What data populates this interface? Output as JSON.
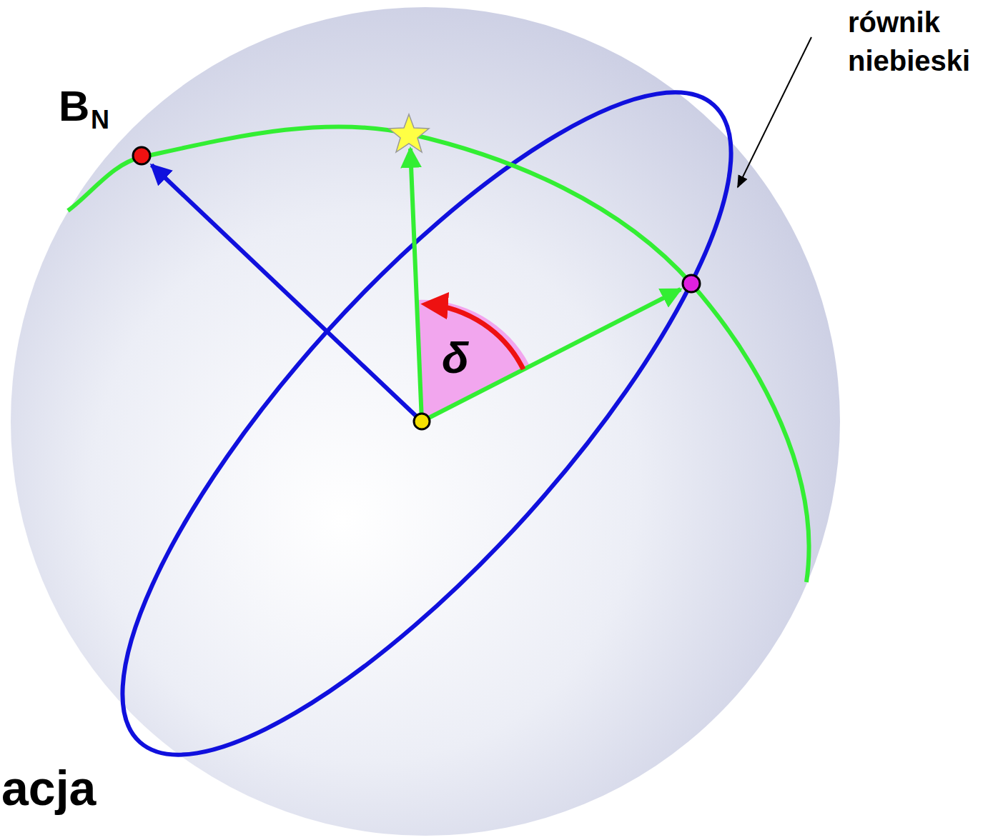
{
  "diagram": {
    "labels": [
      "B",
      "N",
      "δ",
      "równik niebieski",
      "acja"
    ]
  }
}
